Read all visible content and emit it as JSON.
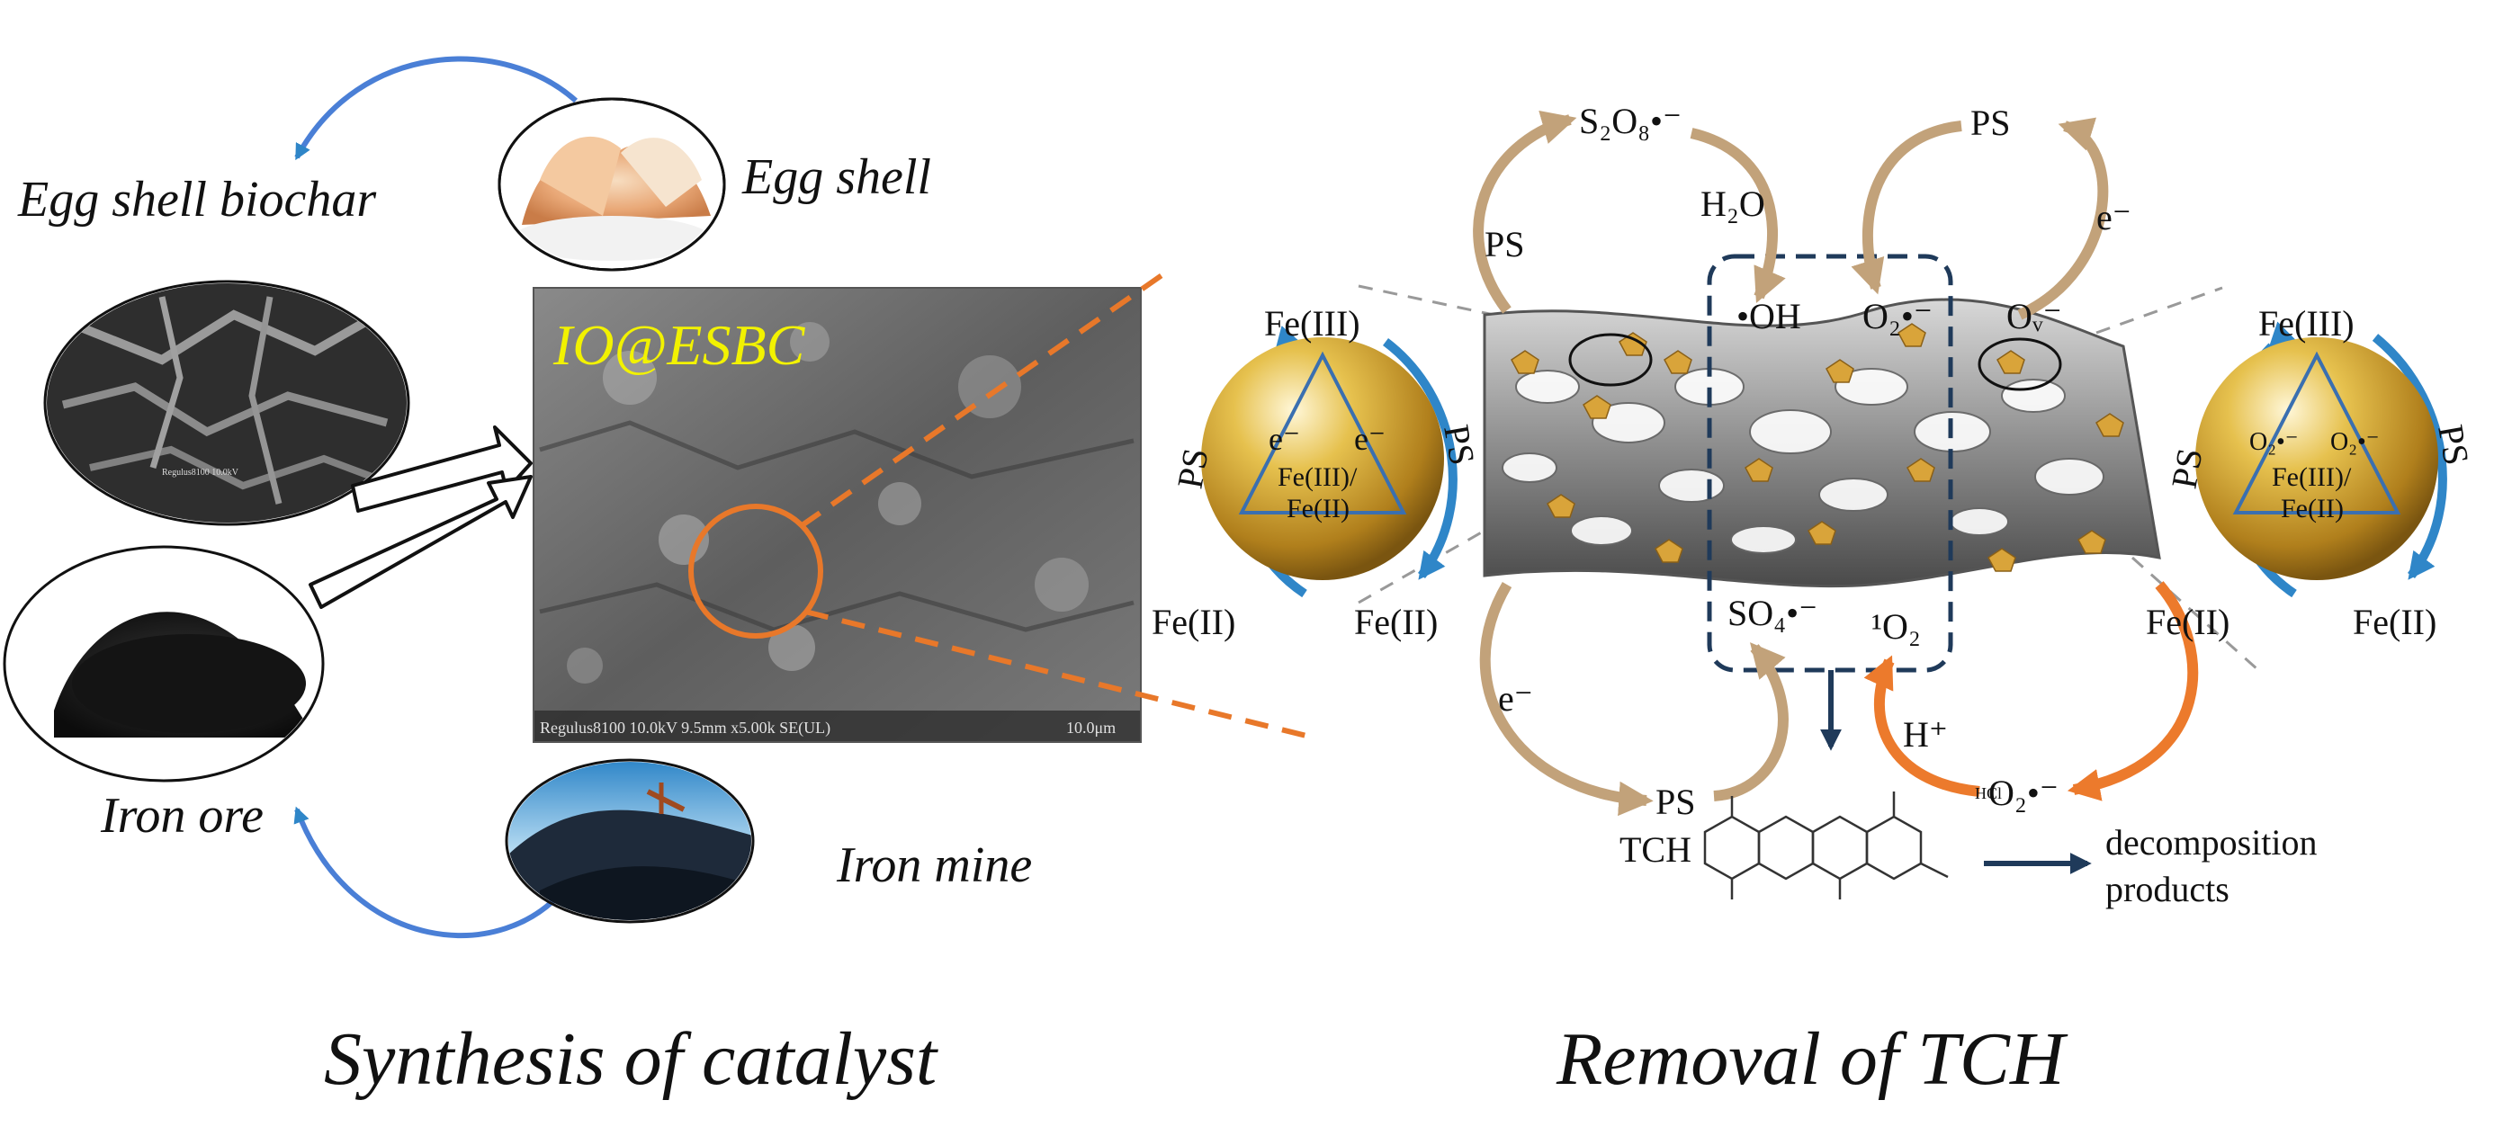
{
  "synthesis": {
    "section_title": "Synthesis of catalyst",
    "egg_shell_label": "Egg shell",
    "biochar_label": "Egg shell biochar",
    "iron_ore_label": "Iron ore",
    "iron_mine_label": "Iron mine",
    "catalyst_label": "IO@ESBC",
    "sem_caption": "Regulus8100 10.0kV 9.5mm x5.00k SE(UL)",
    "sem_scale": "10.0μm",
    "biochar_caption": "Regulus8100 10.0kV",
    "catalyst_label_color": "#f2f200",
    "zoom_color": "#e8782a"
  },
  "removal": {
    "section_title": "Removal of TCH",
    "top_left": {
      "s2o8": "S₂O₈•⁻",
      "h2o": "H₂O",
      "ps": "PS"
    },
    "top_right": {
      "ps": "PS",
      "e_minus": "e⁻"
    },
    "box": {
      "oh": "•OH",
      "o2_radical": "O₂•⁻",
      "so4": "SO₄•⁻",
      "singlet_o2": "¹O₂"
    },
    "ov": "Oᵥ⁻",
    "bottom_left": {
      "e_minus": "e⁻",
      "ps": "PS"
    },
    "bottom_right": {
      "h_plus": "H⁺",
      "o2_radical": "O₂•⁻"
    },
    "product": {
      "tch": "TCH",
      "decomposition_line1": "decomposition",
      "decomposition_line2": "products",
      "hcl": "HCl"
    },
    "left_sphere": {
      "top": "Fe(III)",
      "bl": "Fe(II)",
      "br": "Fe(II)",
      "left_ps": "PS",
      "right_ps": "PS",
      "e1": "e⁻",
      "e2": "e⁻",
      "center1": "Fe(III)/",
      "center2": "Fe(II)"
    },
    "right_sphere": {
      "top": "Fe(III)",
      "bl": "Fe(II)",
      "br": "Fe(II)",
      "left_ps": "PS",
      "right_ps": "PS",
      "o1": "O₂•⁻",
      "o2": "O₂•⁻",
      "center1": "Fe(III)/",
      "center2": "Fe(II)"
    },
    "arrow_tan": "#c2a27a",
    "arrow_orange": "#ec7a2c",
    "arrow_blue": "#2f86c8",
    "box_color": "#1f3a5a"
  }
}
